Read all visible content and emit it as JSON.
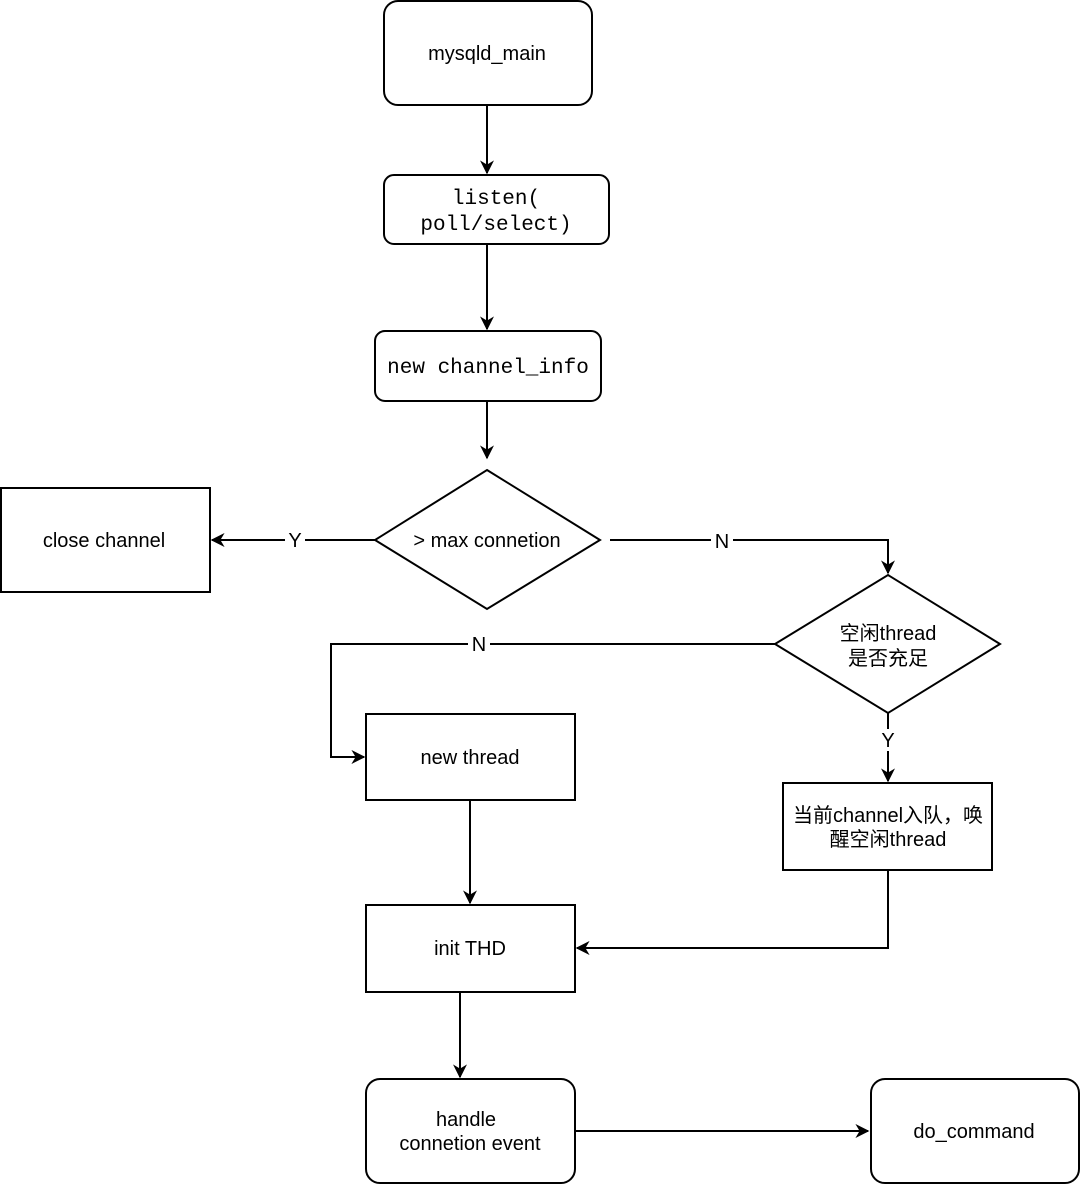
{
  "nodes": {
    "mysqld_main": {
      "lines": [
        "mysqld_main"
      ]
    },
    "listen": {
      "lines": [
        "listen(",
        "poll/select)"
      ]
    },
    "new_channel_info": {
      "lines": [
        "new channel_info"
      ]
    },
    "max_connection": {
      "lines": [
        "> max connetion"
      ]
    },
    "close_channel": {
      "lines": [
        "close channel"
      ]
    },
    "idle_thread_check": {
      "lines": [
        "空闲thread",
        "是否充足"
      ]
    },
    "new_thread": {
      "lines": [
        "new thread"
      ]
    },
    "enqueue_wake": {
      "lines": [
        "当前channel入队，唤",
        "醒空闲thread"
      ]
    },
    "init_thd": {
      "lines": [
        "init THD"
      ]
    },
    "handle_event": {
      "lines": [
        "handle",
        "connetion event"
      ]
    },
    "do_command": {
      "lines": [
        "do_command"
      ]
    }
  },
  "edge_labels": {
    "max_yes": "Y",
    "max_no": "N",
    "idle_no": "N",
    "idle_yes": "Y"
  }
}
